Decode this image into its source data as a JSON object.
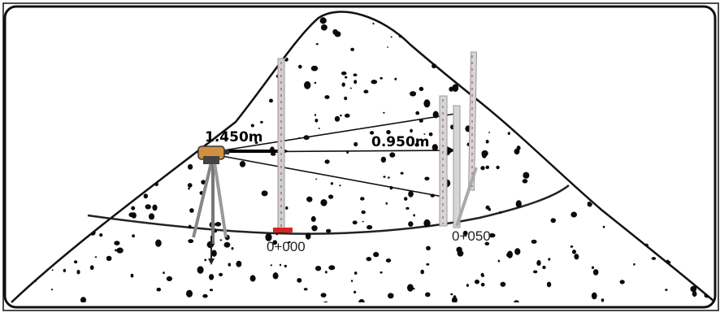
{
  "labels": {
    "backsight_reading": "1.450m",
    "foresight_reading": "0.950m",
    "station_start": "0+000",
    "station_end": "0+050"
  },
  "colors": {
    "ground_fill": "#ffffff",
    "outline": "#111111",
    "dots": "#0a0a0a",
    "staff": "#c8c8c8",
    "instrument_body": "#d09040",
    "benchmark_marker": "#e02020"
  },
  "icons": {
    "instrument": "level-instrument-icon",
    "tripod": "tripod-icon",
    "staff": "leveling-staff-icon"
  }
}
